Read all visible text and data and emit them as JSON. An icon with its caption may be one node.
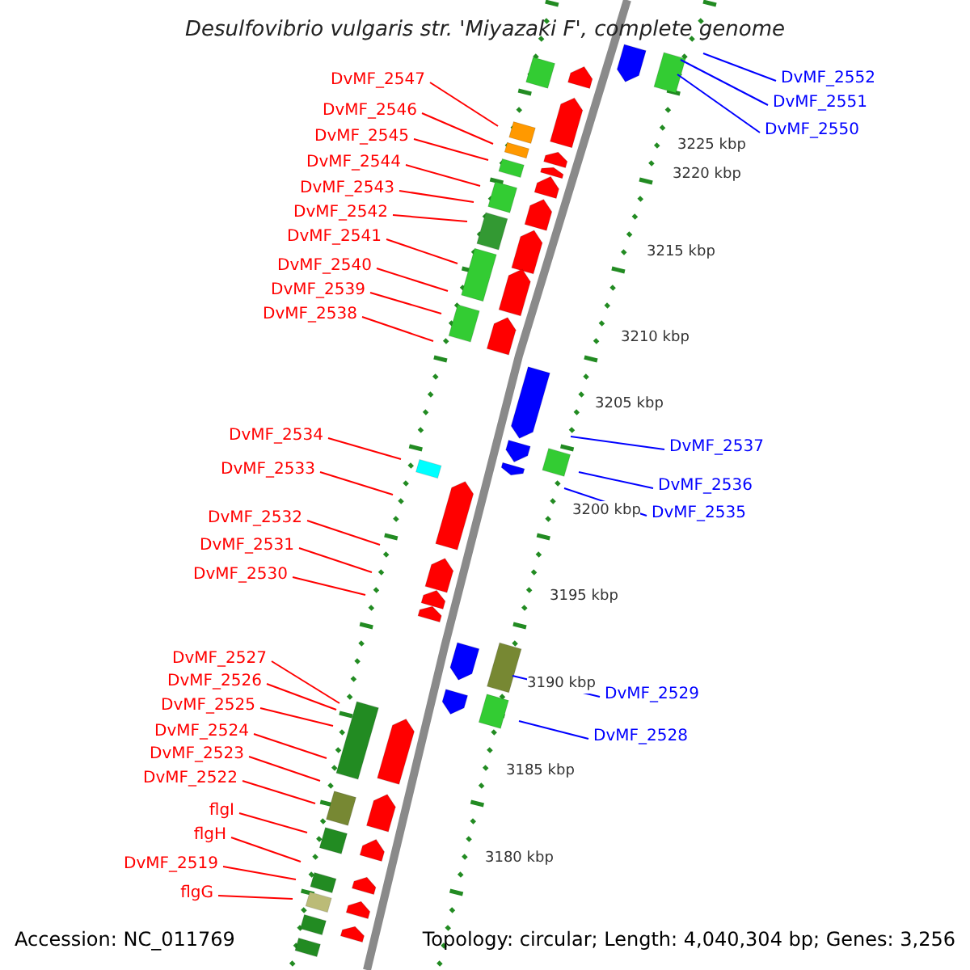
{
  "diagram": {
    "title": "Desulfovibrio vulgaris str. 'Miyazaki F', complete genome",
    "nodes": [
      {
        "text": [
          "DvMF_2552"
        ]
      },
      {
        "text": [
          "DvMF_2547"
        ]
      },
      {
        "text": [
          "DvMF_2551"
        ]
      },
      {
        "text": [
          "DvMF_2546"
        ]
      },
      {
        "text": [
          "DvMF_2550"
        ]
      },
      {
        "text": [
          "DvMF_2545"
        ]
      },
      {
        "text": [
          "DvMF_2544"
        ]
      },
      {
        "text": [
          "DvMF_2543"
        ]
      },
      {
        "text": [
          "DvMF_2542"
        ]
      },
      {
        "text": [
          "DvMF_2541"
        ]
      },
      {
        "text": [
          "DvMF_2540"
        ]
      },
      {
        "text": [
          "DvMF_2539"
        ]
      },
      {
        "text": [
          "DvMF_2538"
        ]
      },
      {
        "text": [
          "DvMF_2534"
        ]
      },
      {
        "text": [
          "DvMF_2537"
        ]
      },
      {
        "text": [
          "DvMF_2533"
        ]
      },
      {
        "text": [
          "DvMF_2536"
        ]
      },
      {
        "text": [
          "DvMF_2535"
        ]
      },
      {
        "text": [
          "DvMF_2532"
        ]
      },
      {
        "text": [
          "DvMF_2531"
        ]
      },
      {
        "text": [
          "DvMF_2530"
        ]
      },
      {
        "text": [
          "DvMF_2527"
        ]
      },
      {
        "text": [
          "DvMF_2526"
        ]
      },
      {
        "text": [
          "DvMF_2529"
        ]
      },
      {
        "text": [
          "DvMF_2525"
        ]
      },
      {
        "text": [
          "DvMF_2524"
        ]
      },
      {
        "text": [
          "DvMF_2528"
        ]
      },
      {
        "text": [
          "DvMF_2523"
        ]
      },
      {
        "text": [
          "DvMF_2522"
        ]
      },
      {
        "text": [
          "flgI"
        ]
      },
      {
        "text": [
          "flgH"
        ]
      },
      {
        "text": [
          "DvMF_2519"
        ]
      },
      {
        "text": [
          "flgG"
        ]
      }
    ],
    "edges": [
      {
        "from": 0,
        "to": null,
        "arrow": "none",
        "color": "#0000ff"
      },
      {
        "from": 1,
        "to": null,
        "arrow": "none"
      },
      {
        "from": 2,
        "to": null,
        "arrow": "none",
        "color": "#0000ff"
      },
      {
        "from": 3,
        "to": null,
        "arrow": "none"
      },
      {
        "from": 4,
        "to": null,
        "arrow": "none",
        "color": "#0000ff"
      },
      {
        "from": 5,
        "to": null,
        "arrow": "none"
      },
      {
        "from": 6,
        "to": null,
        "arrow": "none"
      },
      {
        "from": 7,
        "to": null,
        "arrow": "none"
      },
      {
        "from": 8,
        "to": null,
        "arrow": "none"
      },
      {
        "from": 9,
        "to": null,
        "arrow": "none"
      },
      {
        "from": 10,
        "to": null,
        "arrow": "none"
      },
      {
        "from": 11,
        "to": null,
        "arrow": "none"
      },
      {
        "from": 12,
        "to": null,
        "arrow": "none"
      },
      {
        "from": 13,
        "to": null,
        "arrow": "none"
      },
      {
        "from": 14,
        "to": null,
        "arrow": "none",
        "color": "#0000ff"
      },
      {
        "from": 15,
        "to": null,
        "arrow": "none"
      },
      {
        "from": 16,
        "to": null,
        "arrow": "none",
        "color": "#0000ff"
      },
      {
        "from": 17,
        "to": null,
        "arrow": "none",
        "color": "#0000ff"
      },
      {
        "from": 18,
        "to": null,
        "arrow": "none"
      },
      {
        "from": 19,
        "to": null,
        "arrow": "none"
      },
      {
        "from": 20,
        "to": null,
        "arrow": "none"
      },
      {
        "from": 21,
        "to": null,
        "arrow": "none"
      },
      {
        "from": 22,
        "to": null,
        "arrow": "none"
      },
      {
        "from": 23,
        "to": null,
        "arrow": "none",
        "color": "#0000ff"
      },
      {
        "from": 24,
        "to": null,
        "arrow": "none"
      },
      {
        "from": 25,
        "to": null,
        "arrow": "none"
      },
      {
        "from": 26,
        "to": null,
        "arrow": "none",
        "color": "#0000ff"
      },
      {
        "from": 27,
        "to": null,
        "arrow": "none"
      },
      {
        "from": 28,
        "to": null,
        "arrow": "none"
      },
      {
        "from": 29,
        "to": null,
        "arrow": "none"
      },
      {
        "from": 30,
        "to": null,
        "arrow": "none"
      },
      {
        "from": 31,
        "to": null,
        "arrow": "none"
      },
      {
        "from": 32,
        "to": null,
        "arrow": "none"
      }
    ],
    "labels": [
      "3225 kbp",
      "3220 kbp",
      "3215 kbp",
      "3210 kbp",
      "3205 kbp",
      "3200 kbp",
      "3195 kbp",
      "3190 kbp",
      "3185 kbp",
      "3180 kbp",
      "Accession: NC_011769",
      "Topology: circular; Length: 4,040,304 bp; Genes: 3,256"
    ]
  }
}
